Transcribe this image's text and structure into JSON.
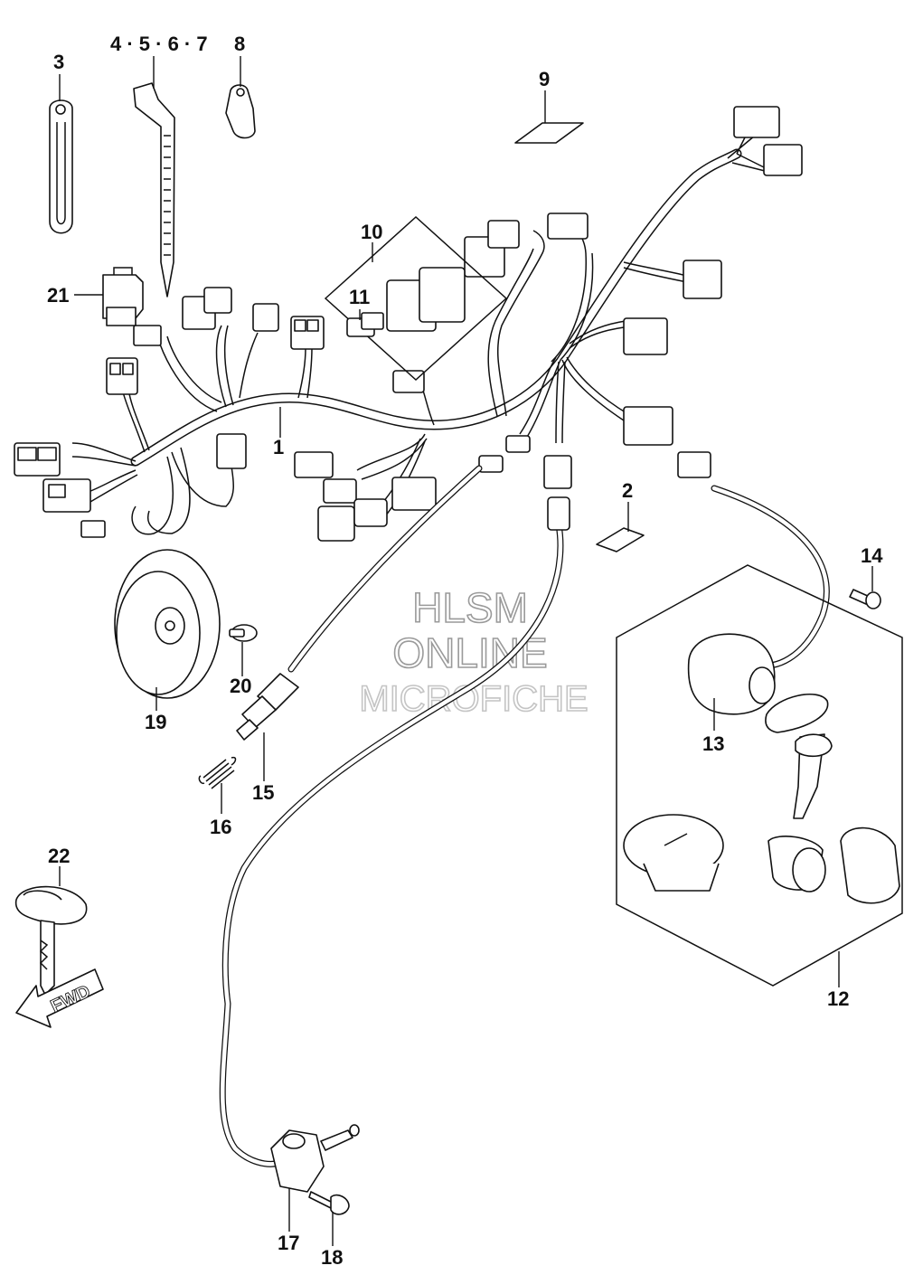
{
  "callouts": {
    "c1": "1",
    "c2": "2",
    "c3": "3",
    "c4567": "4 · 5 · 6 · 7",
    "c8": "8",
    "c9": "9",
    "c10": "10",
    "c11": "11",
    "c12": "12",
    "c13": "13",
    "c14": "14",
    "c15": "15",
    "c16": "16",
    "c17": "17",
    "c18": "18",
    "c19": "19",
    "c20": "20",
    "c21": "21",
    "c22": "22"
  },
  "watermark": {
    "line1": "HLSM",
    "line2": "ONLINE",
    "line3": "MICROFICHE"
  },
  "fwd_label": "FWD"
}
